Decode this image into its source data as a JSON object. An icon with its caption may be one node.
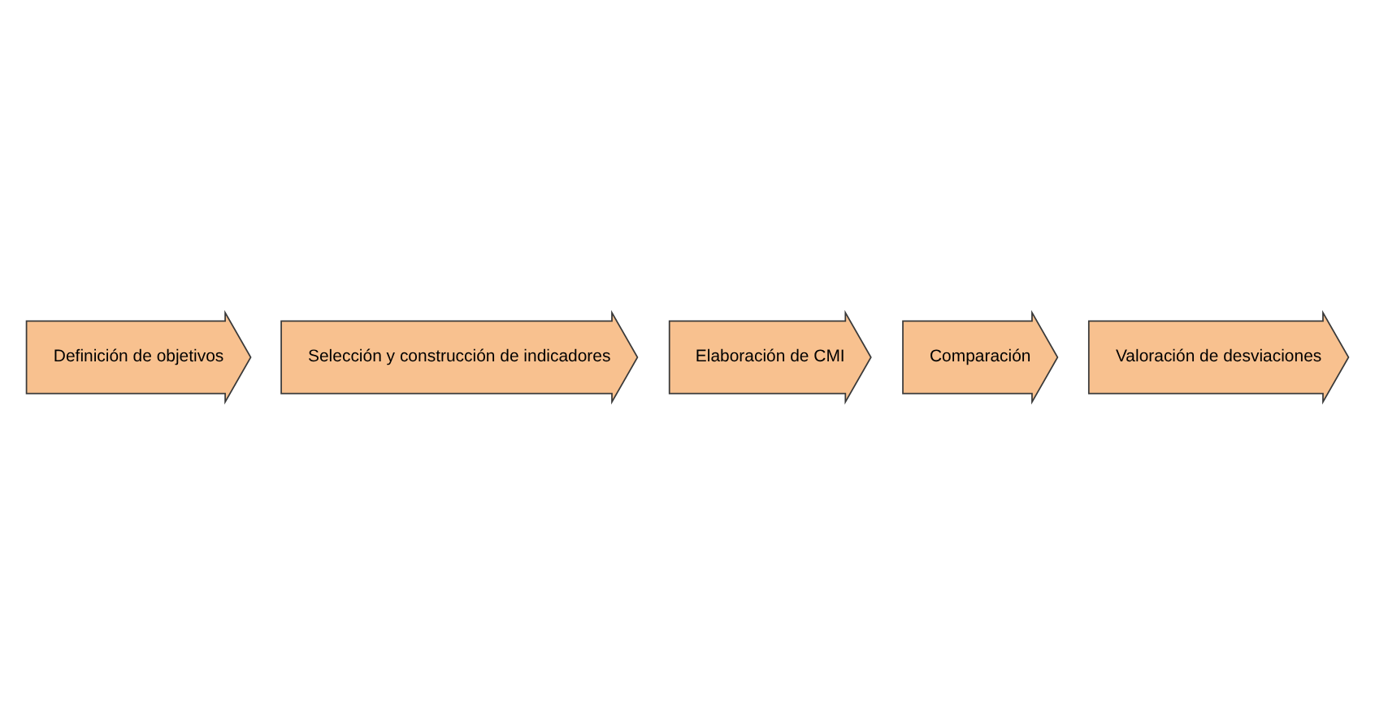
{
  "diagram": {
    "nodes": [
      {
        "text": [
          "Definición de objetivos"
        ]
      },
      {
        "text": [
          "Selección y construcción de indicadores"
        ]
      },
      {
        "text": [
          "Elaboración de CMI"
        ]
      },
      {
        "text": [
          "Comparación"
        ]
      },
      {
        "text": [
          "Valoración de desviaciones"
        ]
      }
    ]
  }
}
